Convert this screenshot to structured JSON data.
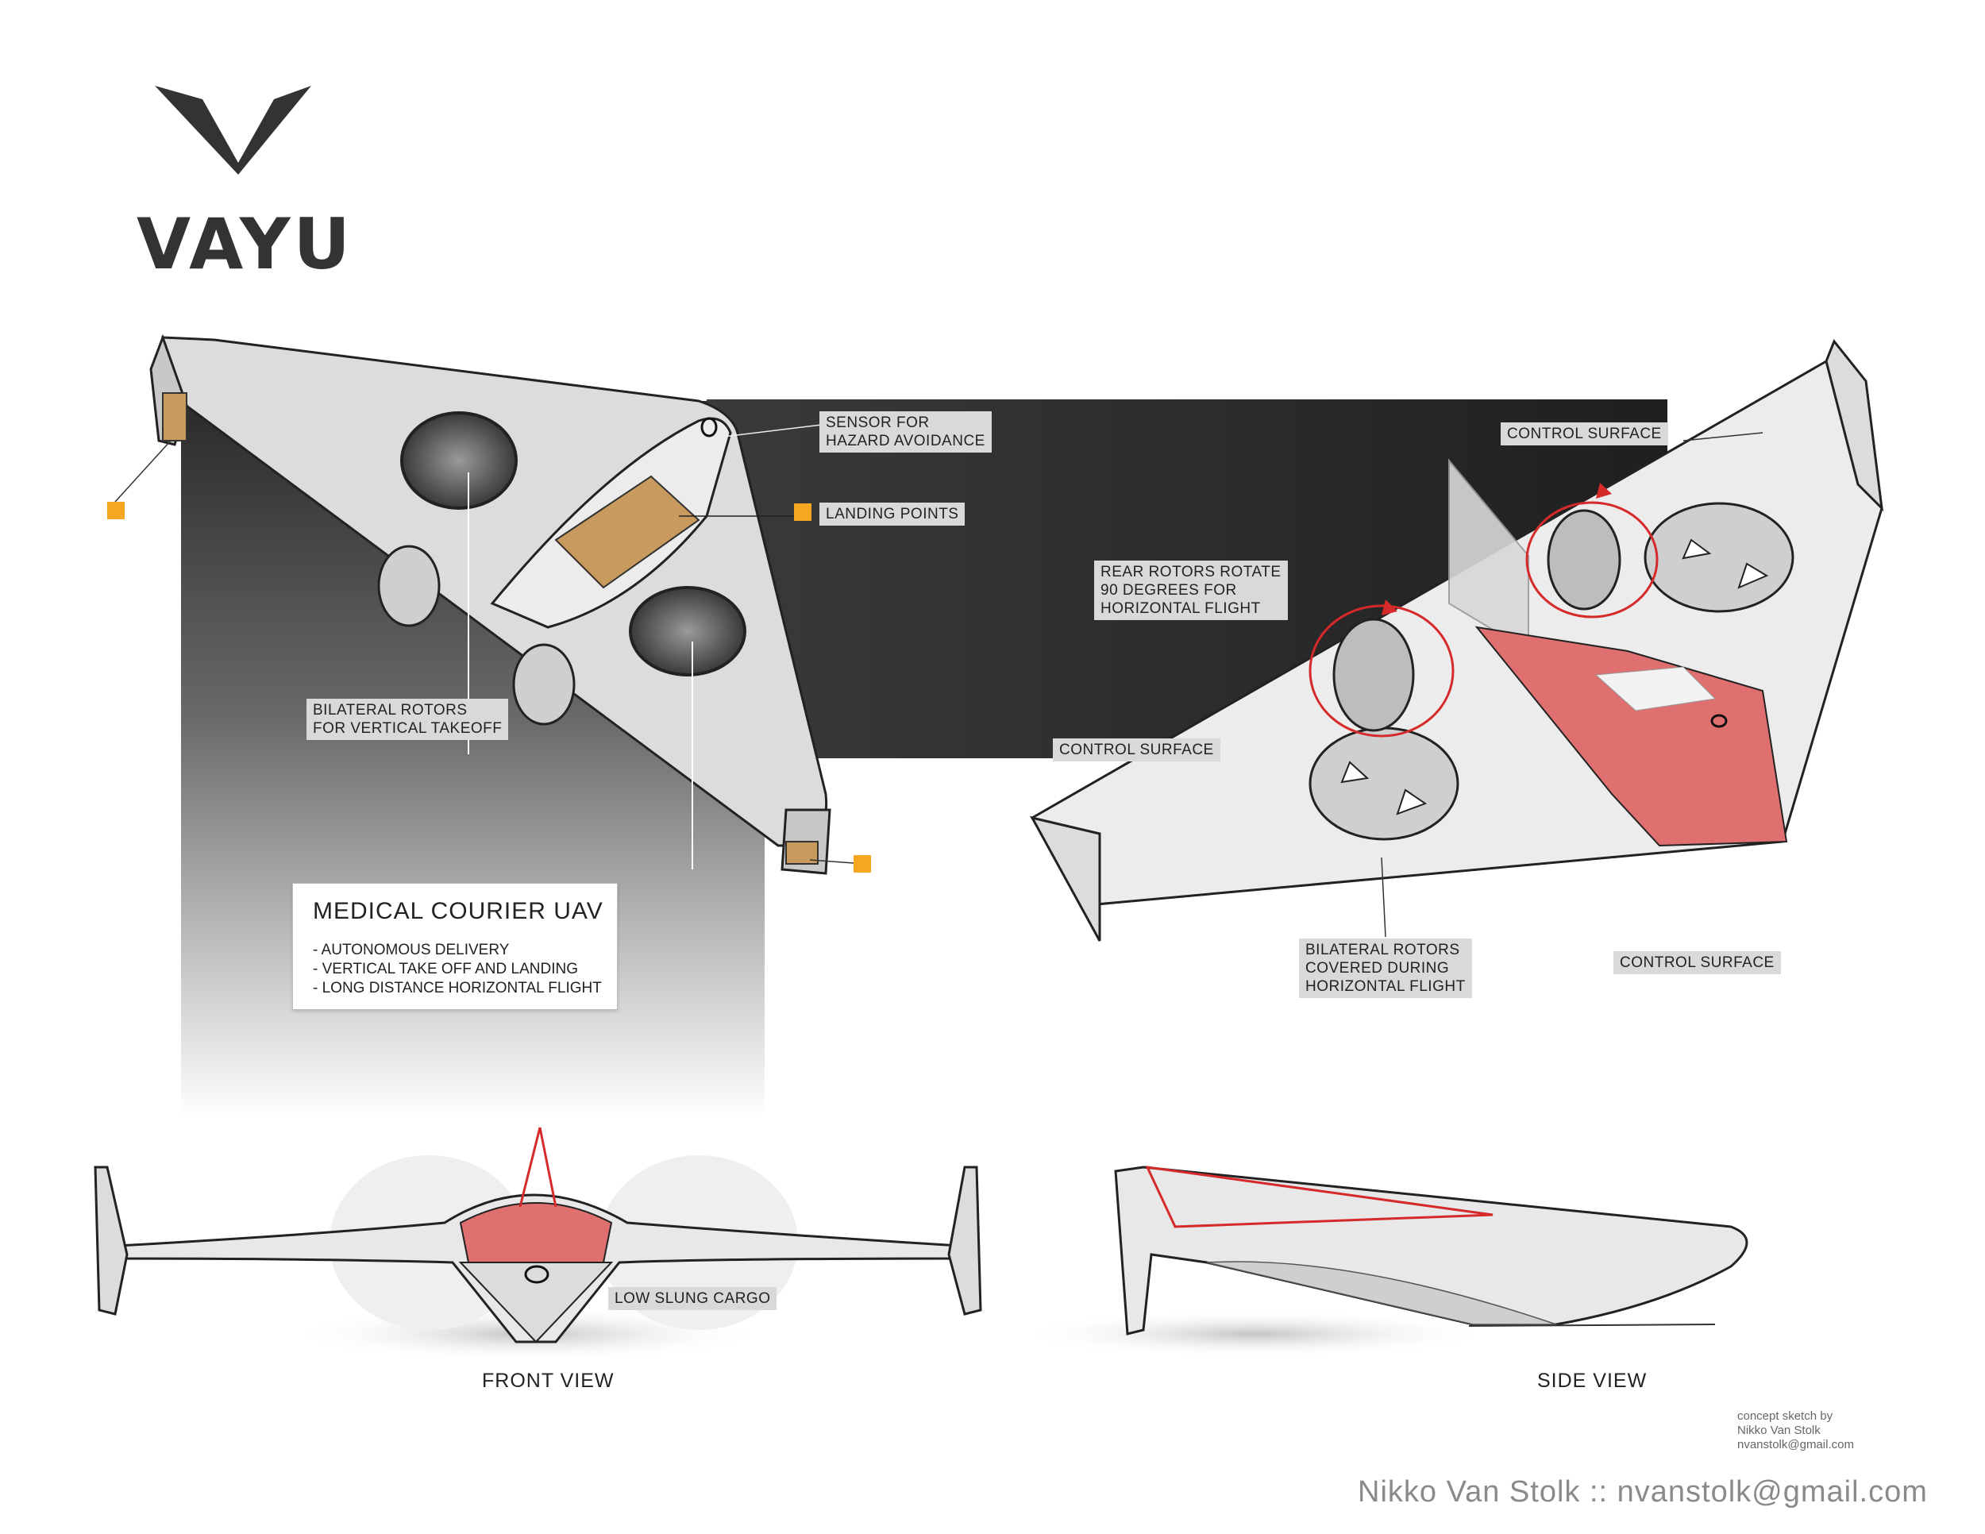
{
  "brand": {
    "name": "VAYU"
  },
  "callouts": {
    "sensor": [
      "SENSOR FOR",
      "HAZARD AVOIDANCE"
    ],
    "landing_points": "LANDING POINTS",
    "bilateral_rotors_top": [
      "BILATERAL ROTORS",
      "FOR VERTICAL TAKEOFF"
    ],
    "control_surface_top": "CONTROL SURFACE",
    "rear_rotors": [
      "REAR ROTORS ROTATE",
      "90 DEGREES FOR",
      "HORIZONTAL FLIGHT"
    ],
    "control_surface_left": "CONTROL SURFACE",
    "bilateral_rotors_covered": [
      "BILATERAL ROTORS",
      "COVERED DURING",
      "HORIZONTAL FLIGHT"
    ],
    "control_surface_bottom": "CONTROL SURFACE",
    "low_slung_cargo": "LOW SLUNG CARGO"
  },
  "info": {
    "title": "MEDICAL COURIER UAV",
    "items": [
      "- AUTONOMOUS DELIVERY",
      "- VERTICAL TAKE OFF AND LANDING",
      "- LONG DISTANCE HORIZONTAL FLIGHT"
    ]
  },
  "views": {
    "front": "FRONT VIEW",
    "side": "SIDE VIEW"
  },
  "credits": {
    "small": [
      "concept sketch by",
      "Nikko Van Stolk",
      "nvanstolk@gmail.com"
    ],
    "big": "Nikko Van Stolk :: nvanstolk@gmail.com"
  },
  "colors": {
    "accent_red": "#e07070",
    "landing_orange": "#f5a623",
    "callout_bg": "#d9d9d9"
  }
}
